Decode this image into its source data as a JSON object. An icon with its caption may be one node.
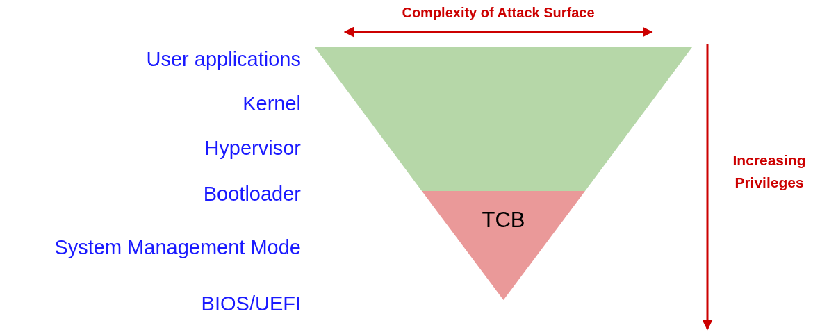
{
  "diagram": {
    "nodes": [
      {
        "text": [
          "TCB"
        ]
      }
    ],
    "labels": [
      "User applications",
      "Kernel",
      "Hypervisor",
      "Bootloader",
      "System Management Mode",
      "BIOS/UEFI",
      "Complexity of Attack Surface",
      "Increasing Privileges"
    ]
  }
}
